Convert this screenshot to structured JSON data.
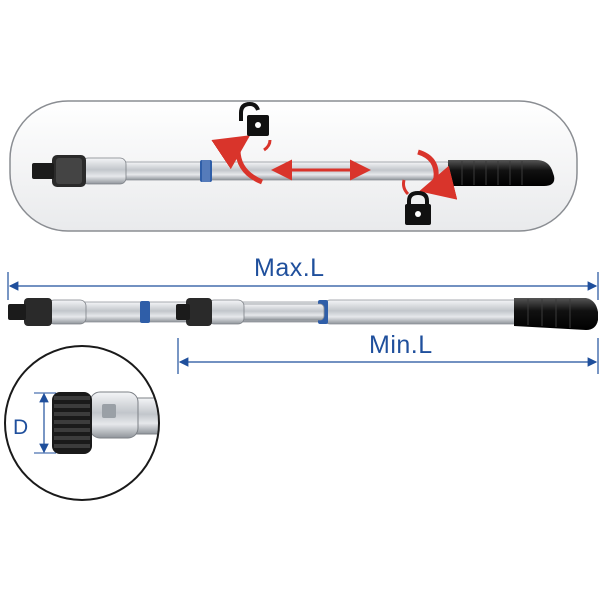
{
  "dimensions": {
    "max_length_label": "Max.L",
    "min_length_label": "Min.L",
    "head_diameter_label": "D"
  },
  "colors": {
    "dimension_lines": "#1f4f9c",
    "lock_arrows": "#d9342b",
    "grip": "#1a1a1a",
    "shaft": "#c9ccd0",
    "accent_ring": "#2f5ea8"
  },
  "icons": [
    "unlock-icon",
    "lock-icon"
  ]
}
